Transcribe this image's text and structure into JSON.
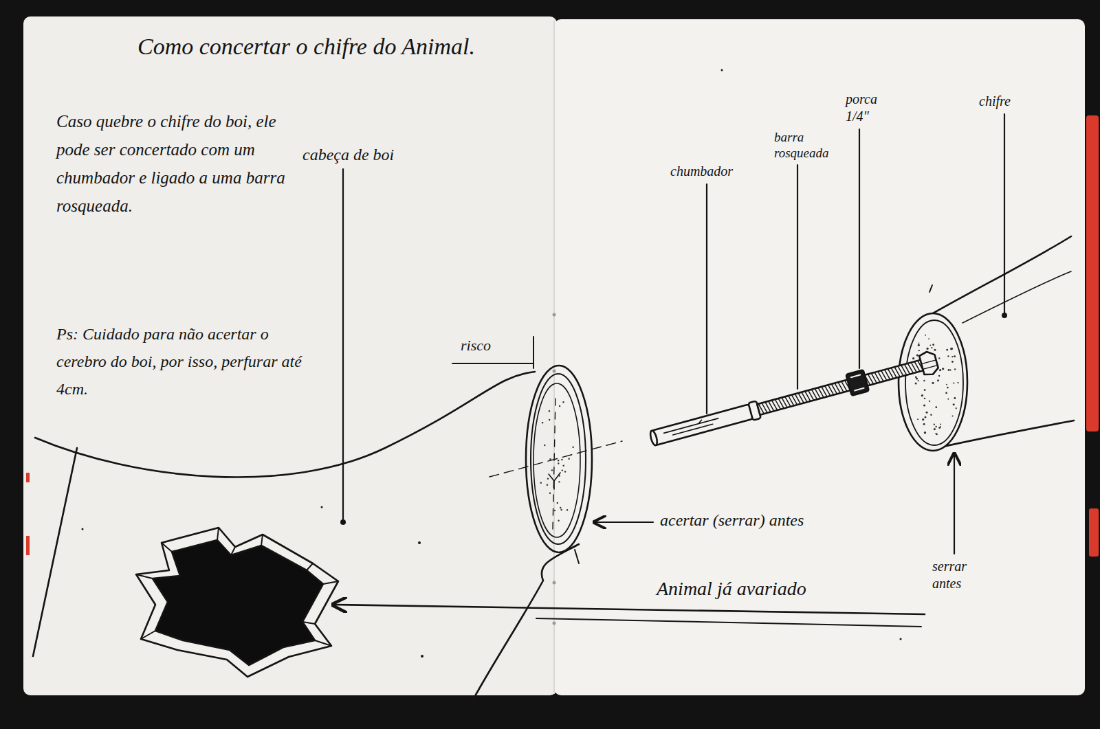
{
  "diagram": {
    "title": "Como concertar o chifre do Animal.",
    "labels": [
      "Caso quebre o chifre do boi, ele pode ser concertado com um chumbador e ligado a uma barra rosqueada.",
      "Ps: Cuidado para não acertar o cerebro do boi, por isso, perfurar até 4cm.",
      "cabeça de boi",
      "risco",
      "acertar (serrar) antes",
      "Animal já avariado",
      "chumbador",
      "barra rosqueada",
      "porca 1/4\"",
      "chifre",
      "serrar antes"
    ]
  }
}
